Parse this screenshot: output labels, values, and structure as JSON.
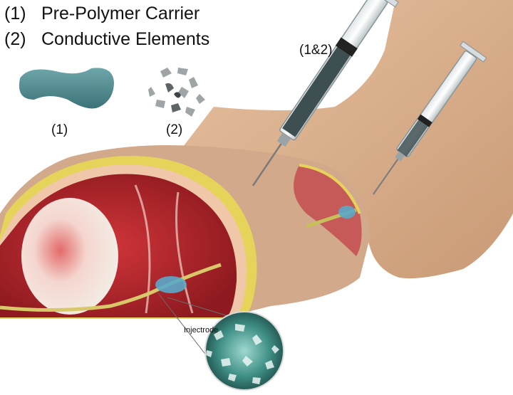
{
  "legend": [
    {
      "number": "(1)",
      "text": "Pre-Polymer Carrier"
    },
    {
      "number": "(2)",
      "text": "Conductive Elements"
    }
  ],
  "captions": {
    "carrier": "(1)",
    "conductive": "(2)",
    "syringe_large": "(1&2)",
    "zoom": "Injectrode"
  },
  "colors": {
    "carrier": "#4f8a8f",
    "skin": "#d8ae8a",
    "muscle": "#b8242a",
    "fat_layer": "#e6d35a",
    "nerve": "#d8c86a",
    "injectrode_blue": "#5aa9c9",
    "zoom_green": "#3f8f86"
  }
}
